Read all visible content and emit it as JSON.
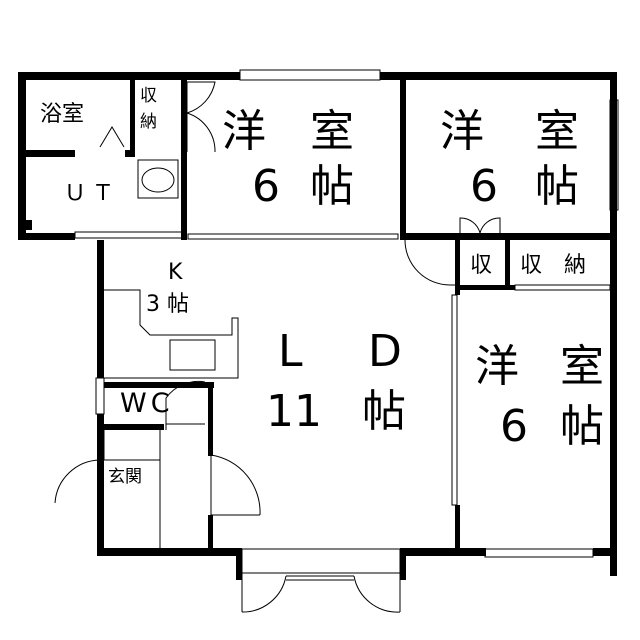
{
  "floorplan": {
    "rooms": {
      "bath": "浴室",
      "storage_small": [
        "収",
        "納"
      ],
      "ut": "ＵＴ",
      "western1": {
        "type": [
          "洋",
          "室"
        ],
        "size": [
          "6",
          "帖"
        ]
      },
      "western2": {
        "type": [
          "洋",
          "室"
        ],
        "size": [
          "6",
          "帖"
        ]
      },
      "storage_a": "収",
      "storage_b": "収　納",
      "kitchen": {
        "type": "K",
        "size": "3 帖"
      },
      "ld": {
        "type": [
          "L",
          "D"
        ],
        "size": [
          "11",
          "帖"
        ]
      },
      "wc": "WC",
      "entrance": "玄関",
      "western3": {
        "type": [
          "洋",
          "室"
        ],
        "size": [
          "6",
          "帖"
        ]
      }
    },
    "colors": {
      "wall": "#000000",
      "background": "#ffffff"
    }
  }
}
